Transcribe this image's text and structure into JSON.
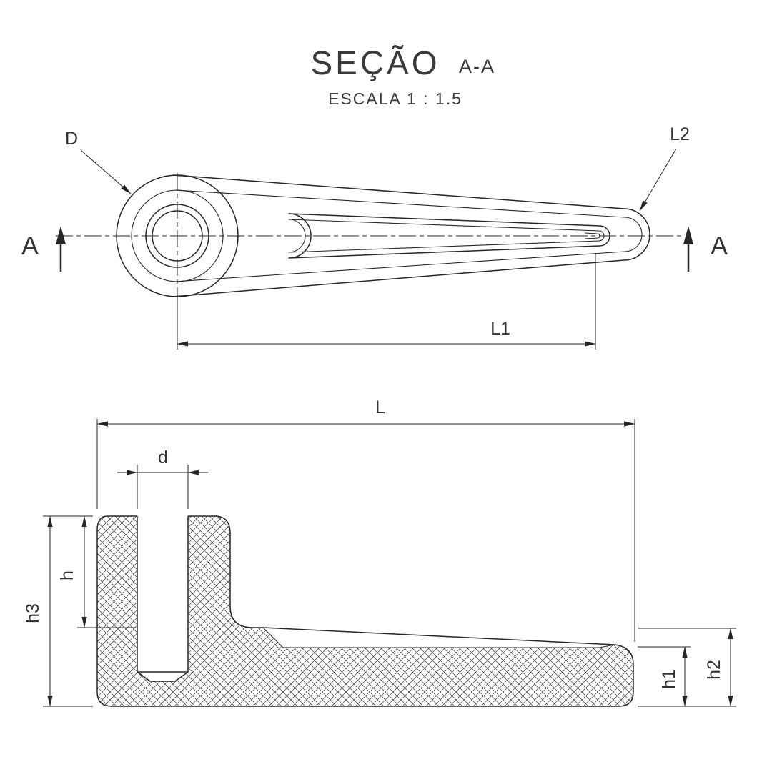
{
  "title": {
    "main": "SEÇÃO",
    "section": "A-A",
    "scale": "ESCALA  1 : 1.5"
  },
  "top_view": {
    "label_d": "D",
    "label_l2": "L2",
    "label_l1": "L1",
    "section_marker_left": "A",
    "section_marker_right": "A"
  },
  "section_view": {
    "label_l": "L",
    "label_d_small": "d",
    "label_h": "h",
    "label_h3": "h3",
    "label_h1": "h1",
    "label_h2": "h2"
  },
  "colors": {
    "line": "#262626",
    "text": "#333333",
    "hatch": "#3c3c3c",
    "background": "#ffffff"
  }
}
